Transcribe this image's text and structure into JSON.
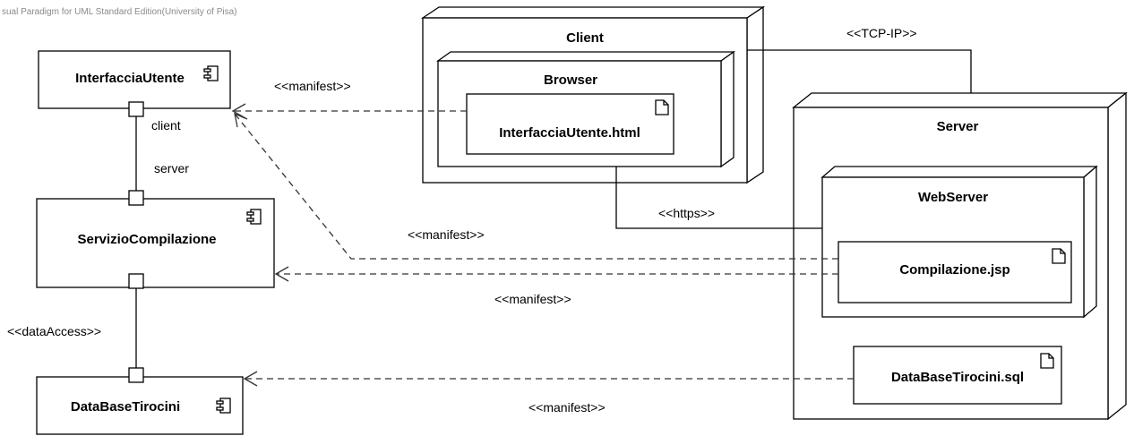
{
  "watermark": "sual Paradigm for UML Standard Edition(University of Pisa)",
  "nodes": {
    "client": "Client",
    "browser": "Browser",
    "server": "Server",
    "webserver": "WebServer"
  },
  "components": {
    "interfaccia": "InterfacciaUtente",
    "servizio": "ServizioCompilazione",
    "database": "DataBaseTirocini"
  },
  "artifacts": {
    "html": "InterfacciaUtente.html",
    "jsp": "Compilazione.jsp",
    "sql": "DataBaseTirocini.sql"
  },
  "labels": {
    "tcpip": "<<TCP-IP>>",
    "https": "<<https>>",
    "manifest": "<<manifest>>",
    "client_role": "client",
    "server_role": "server",
    "data_access": "<<dataAccess>>"
  }
}
